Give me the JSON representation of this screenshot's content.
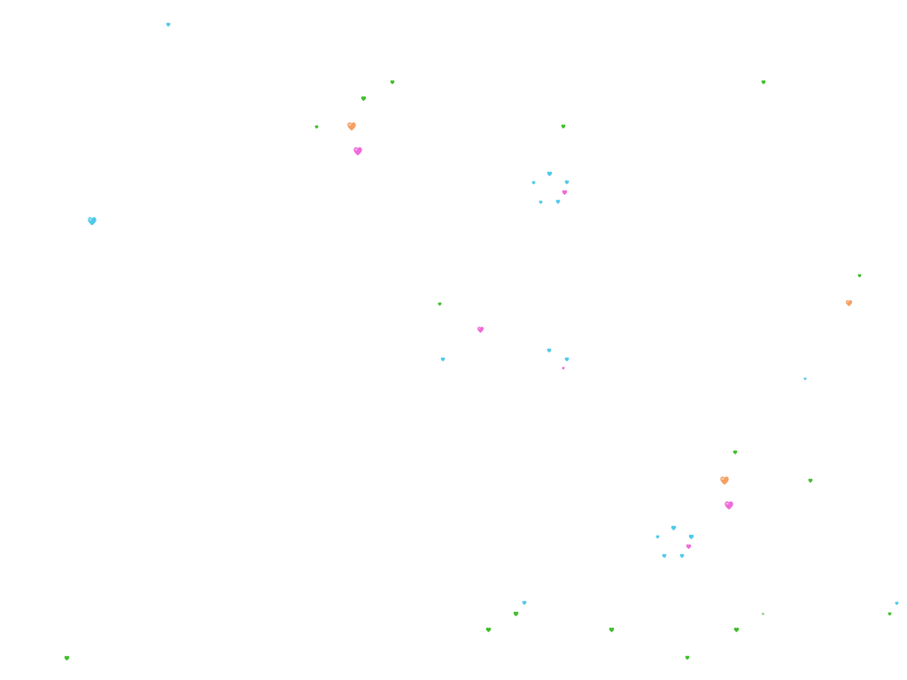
{
  "background_color": "#ffffff",
  "colors": {
    "green": "#3fbf2a",
    "cyan": "#4fc9ec",
    "pink": "#f06ad8",
    "orange": "#f5a062"
  },
  "decoration": {
    "icon": "heart-icon",
    "kinds": [
      "green",
      "cyan",
      "pink",
      "orange"
    ]
  }
}
